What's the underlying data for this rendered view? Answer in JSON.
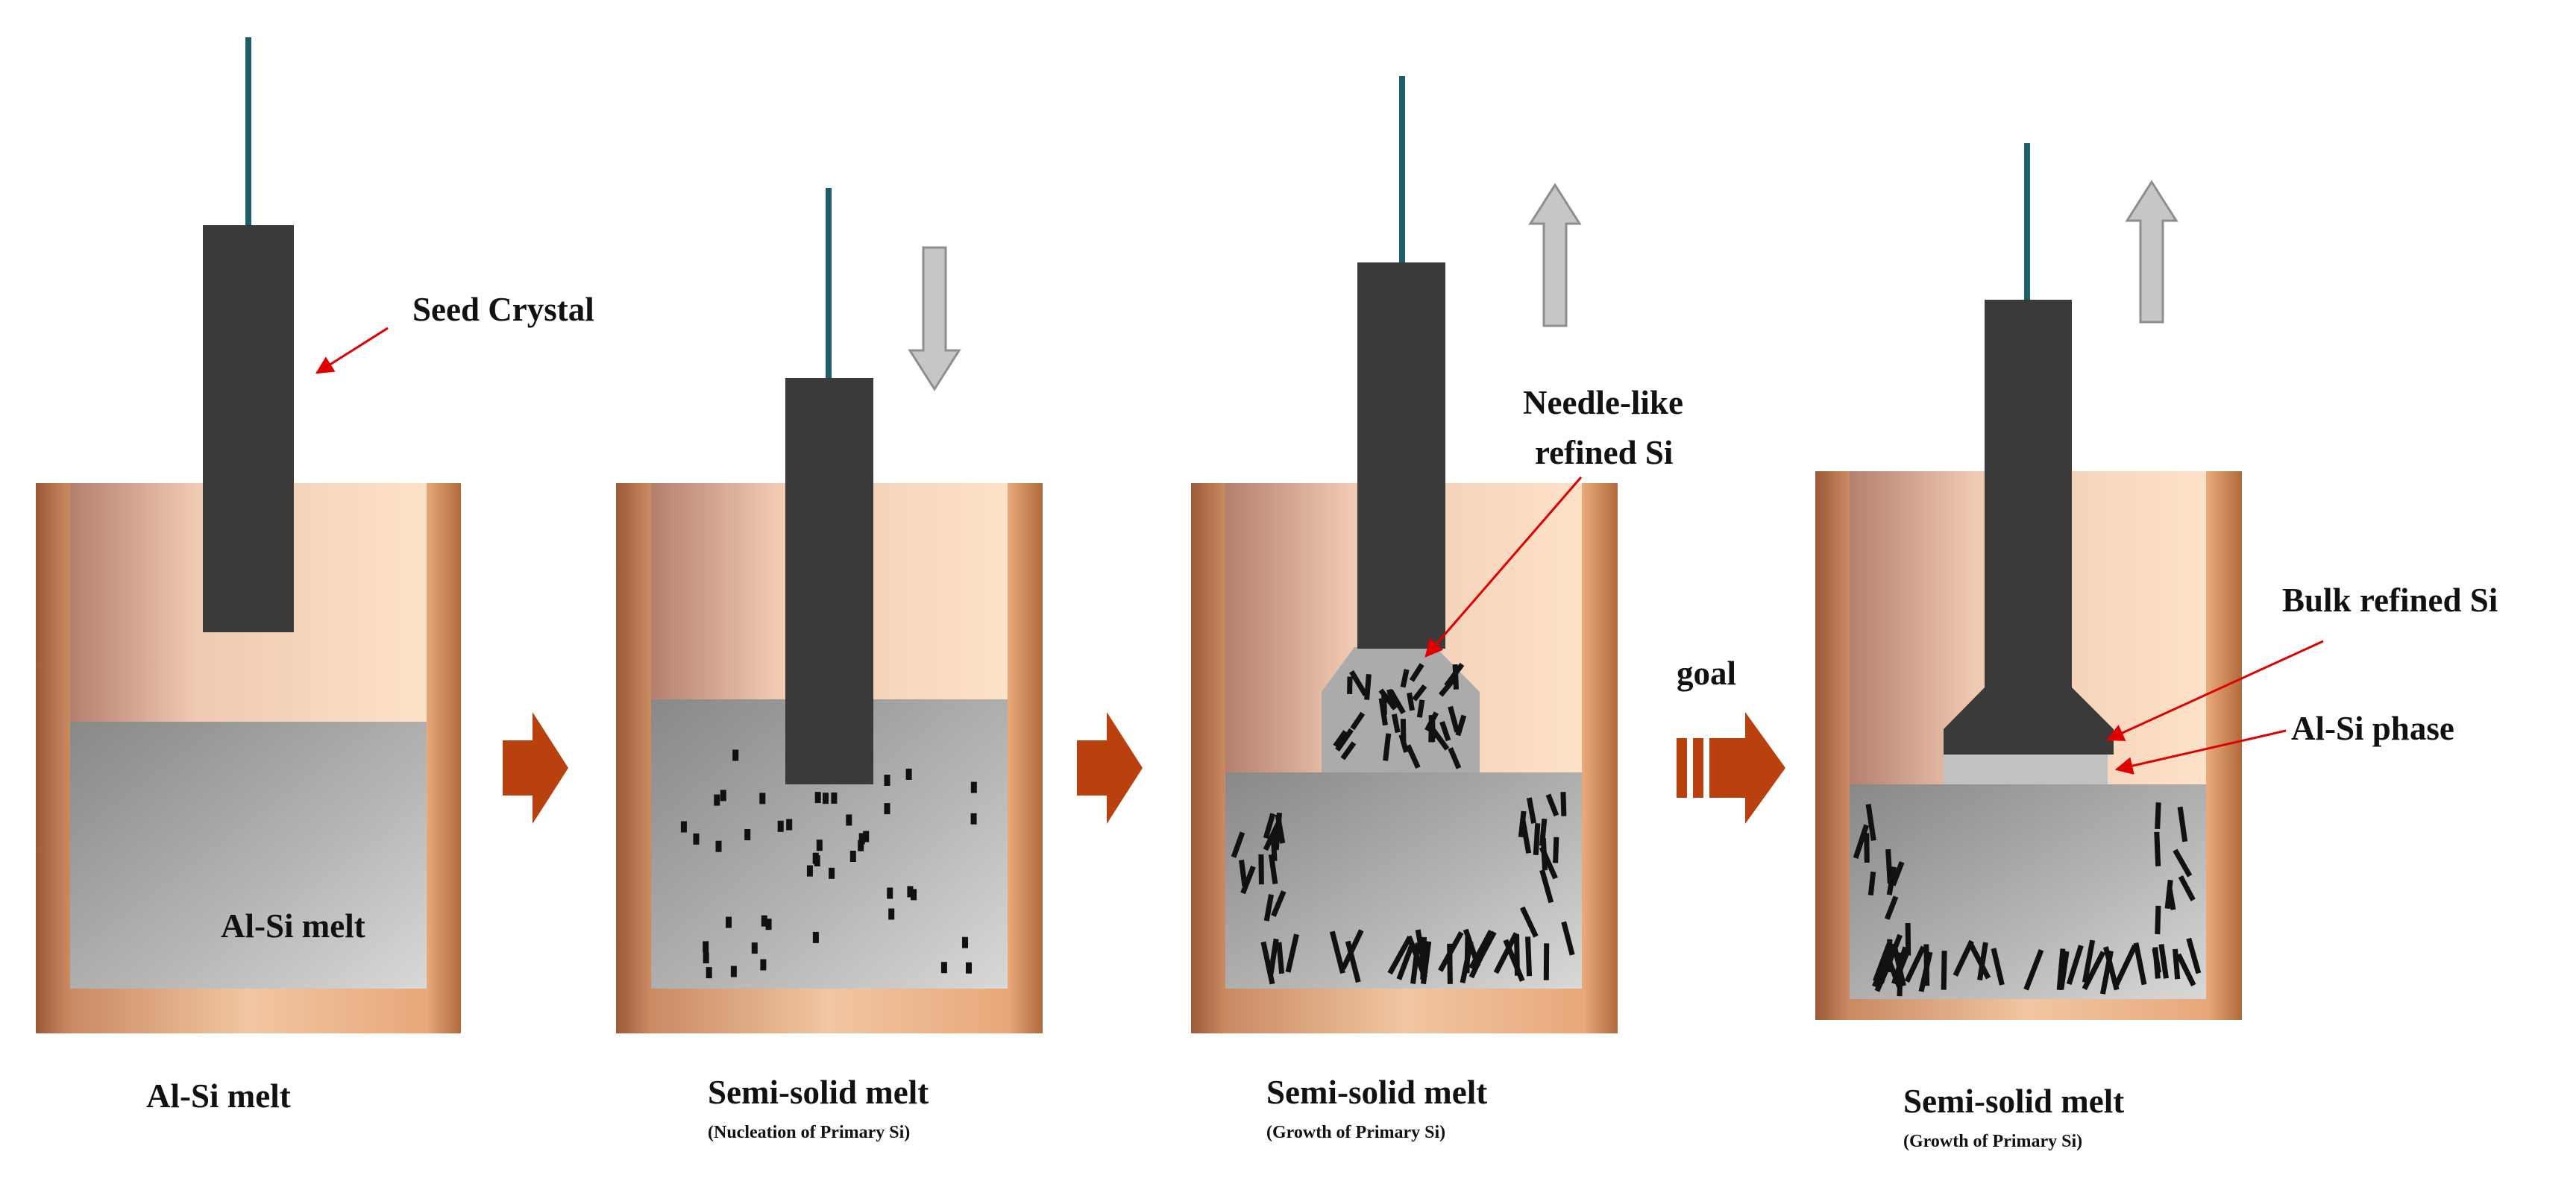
{
  "panels": [
    {
      "title": "Al-Si melt",
      "subtitle": ""
    },
    {
      "title": "Semi-solid melt",
      "subtitle": "(Nucleation of Primary Si)"
    },
    {
      "title": "Semi-solid melt",
      "subtitle": "(Growth of Primary Si)"
    },
    {
      "title": "Semi-solid melt",
      "subtitle": "(Growth of Primary Si)"
    }
  ],
  "annotations": {
    "seed_crystal": "Seed Crystal",
    "melt": "Al-Si melt",
    "needle_line1": "Needle-like",
    "needle_line2": "refined Si",
    "goal": "goal",
    "bulk": "Bulk refined Si",
    "al_si_phase": "Al-Si phase"
  },
  "colors": {
    "crucible_dark": "#9c5a38",
    "crucible_light": "#f7c99a",
    "melt_gray": "#a9a9a9",
    "crystal": "#3a3a3a",
    "rod": "#1e5e6a",
    "flow_arrow": "#b8410d",
    "motion_arrow": "#c6c6c6",
    "callout_line": "#e00000"
  },
  "motion": [
    "none",
    "down",
    "up",
    "up"
  ]
}
